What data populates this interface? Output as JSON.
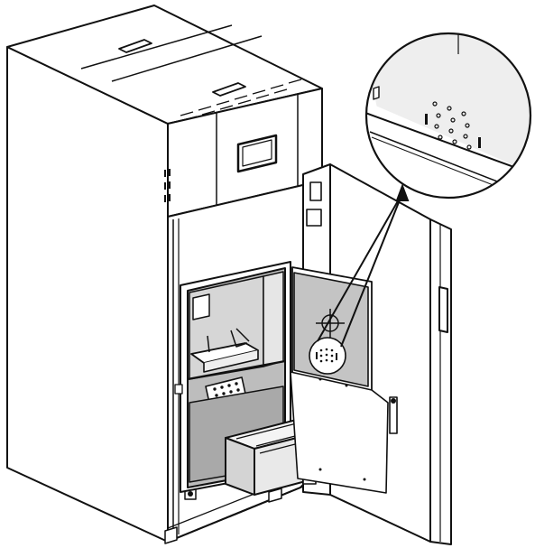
{
  "figure": {
    "kind": "technical-line-drawing",
    "subject": "pellet-boiler-with-open-door",
    "colors": {
      "background": "#ffffff",
      "stroke": "#111111",
      "panel_light": "#f2f2f2",
      "panel_mid": "#d9d9d9",
      "panel_dark": "#a9a9a9",
      "chamber_dark": "#8c8c8c"
    },
    "callout": {
      "shape": "circle",
      "detail": "air-hole-pattern-on-door-insulation",
      "hole_count": 12
    }
  }
}
